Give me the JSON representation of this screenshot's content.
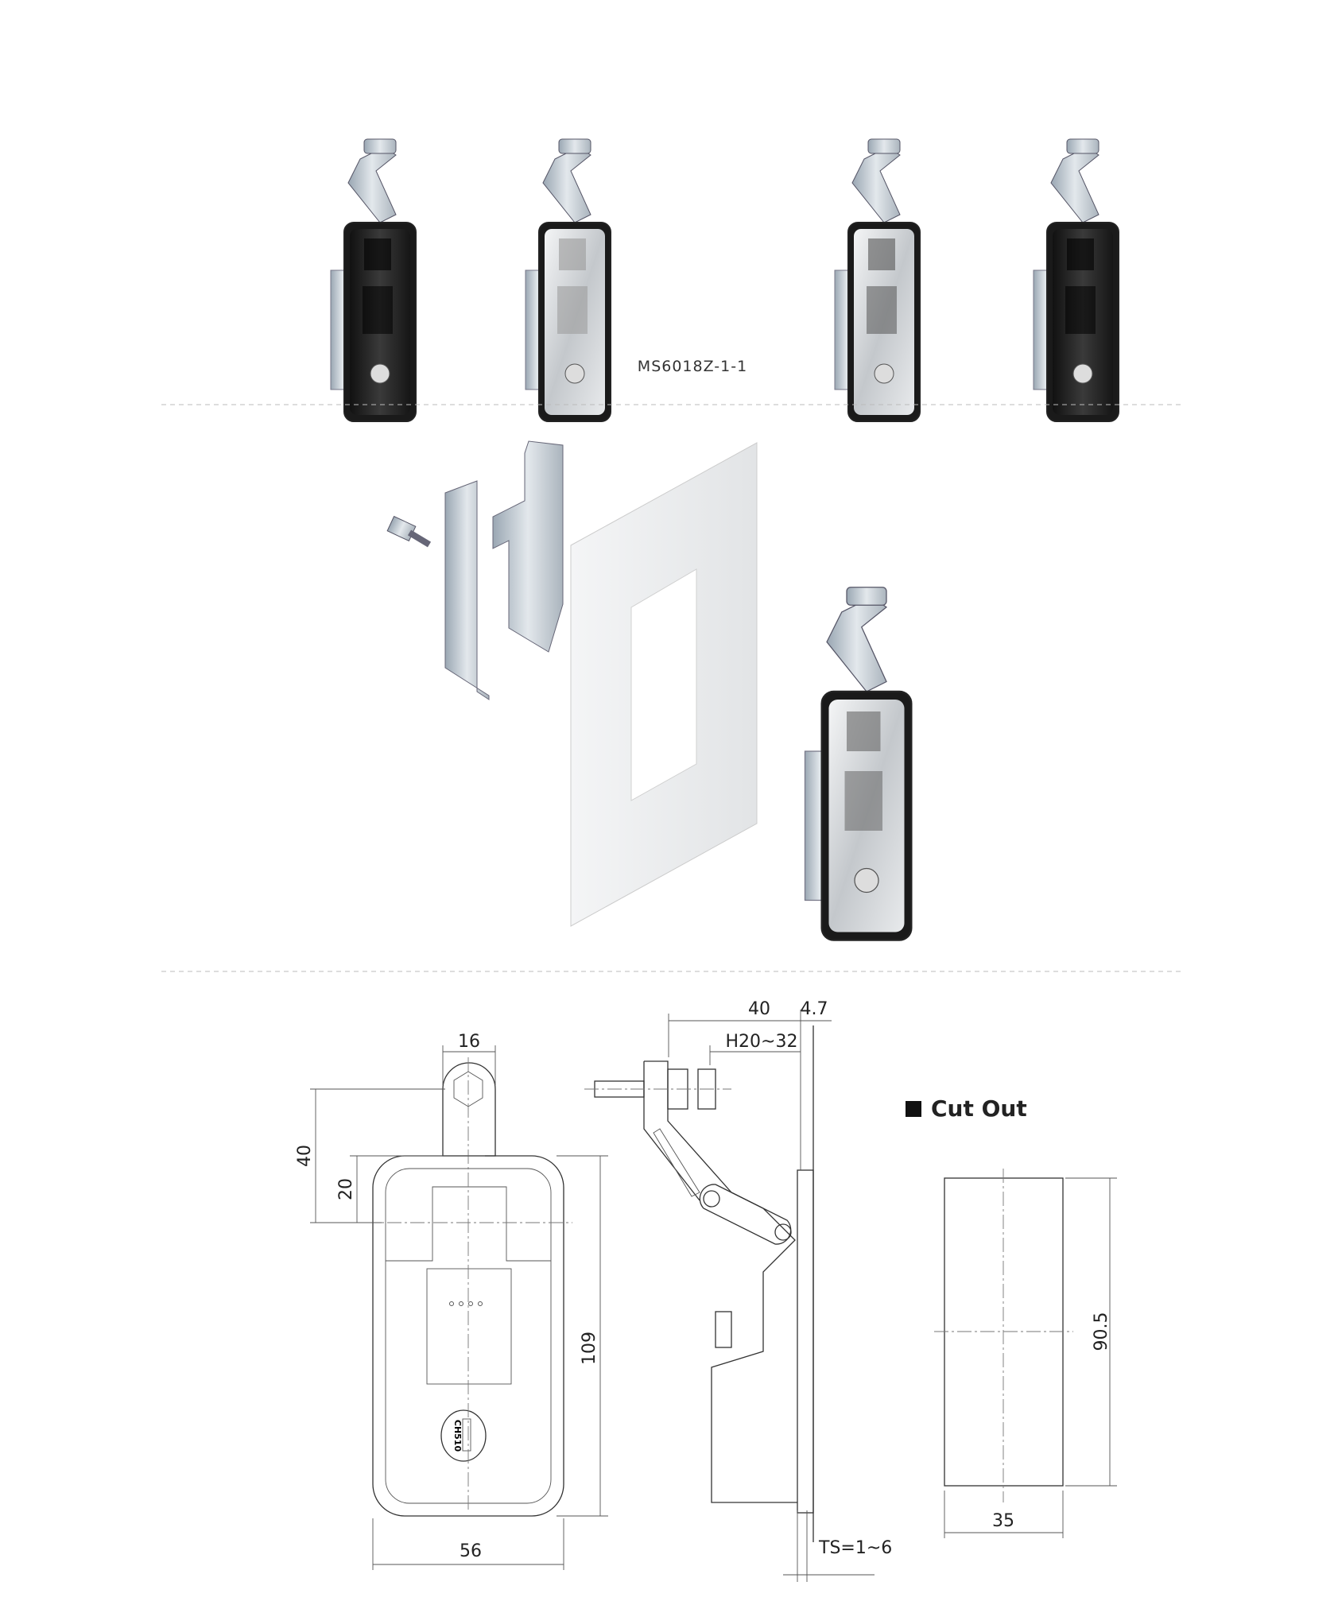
{
  "product": {
    "model": "MS6018Z-1-1",
    "key_code": "CH510"
  },
  "top_row": {
    "variants": [
      {
        "finish": "black"
      },
      {
        "finish": "satin"
      },
      {
        "finish": "chrome"
      },
      {
        "finish": "black"
      }
    ]
  },
  "drawing": {
    "front": {
      "dim_width_top": "16",
      "dim_40": "40",
      "dim_20": "20",
      "dim_height": "109",
      "dim_width": "56"
    },
    "side": {
      "dim_40": "40",
      "dim_4_7": "4.7",
      "dim_grip": "H20~32",
      "dim_thickness": "TS=1~6"
    },
    "cutout": {
      "label": "Cut Out",
      "dim_height": "90.5",
      "dim_width": "35"
    }
  },
  "colors": {
    "black_finish": "#1e1e1e",
    "chrome": "#c8ccd0",
    "zinc": "#b9c3cc"
  }
}
